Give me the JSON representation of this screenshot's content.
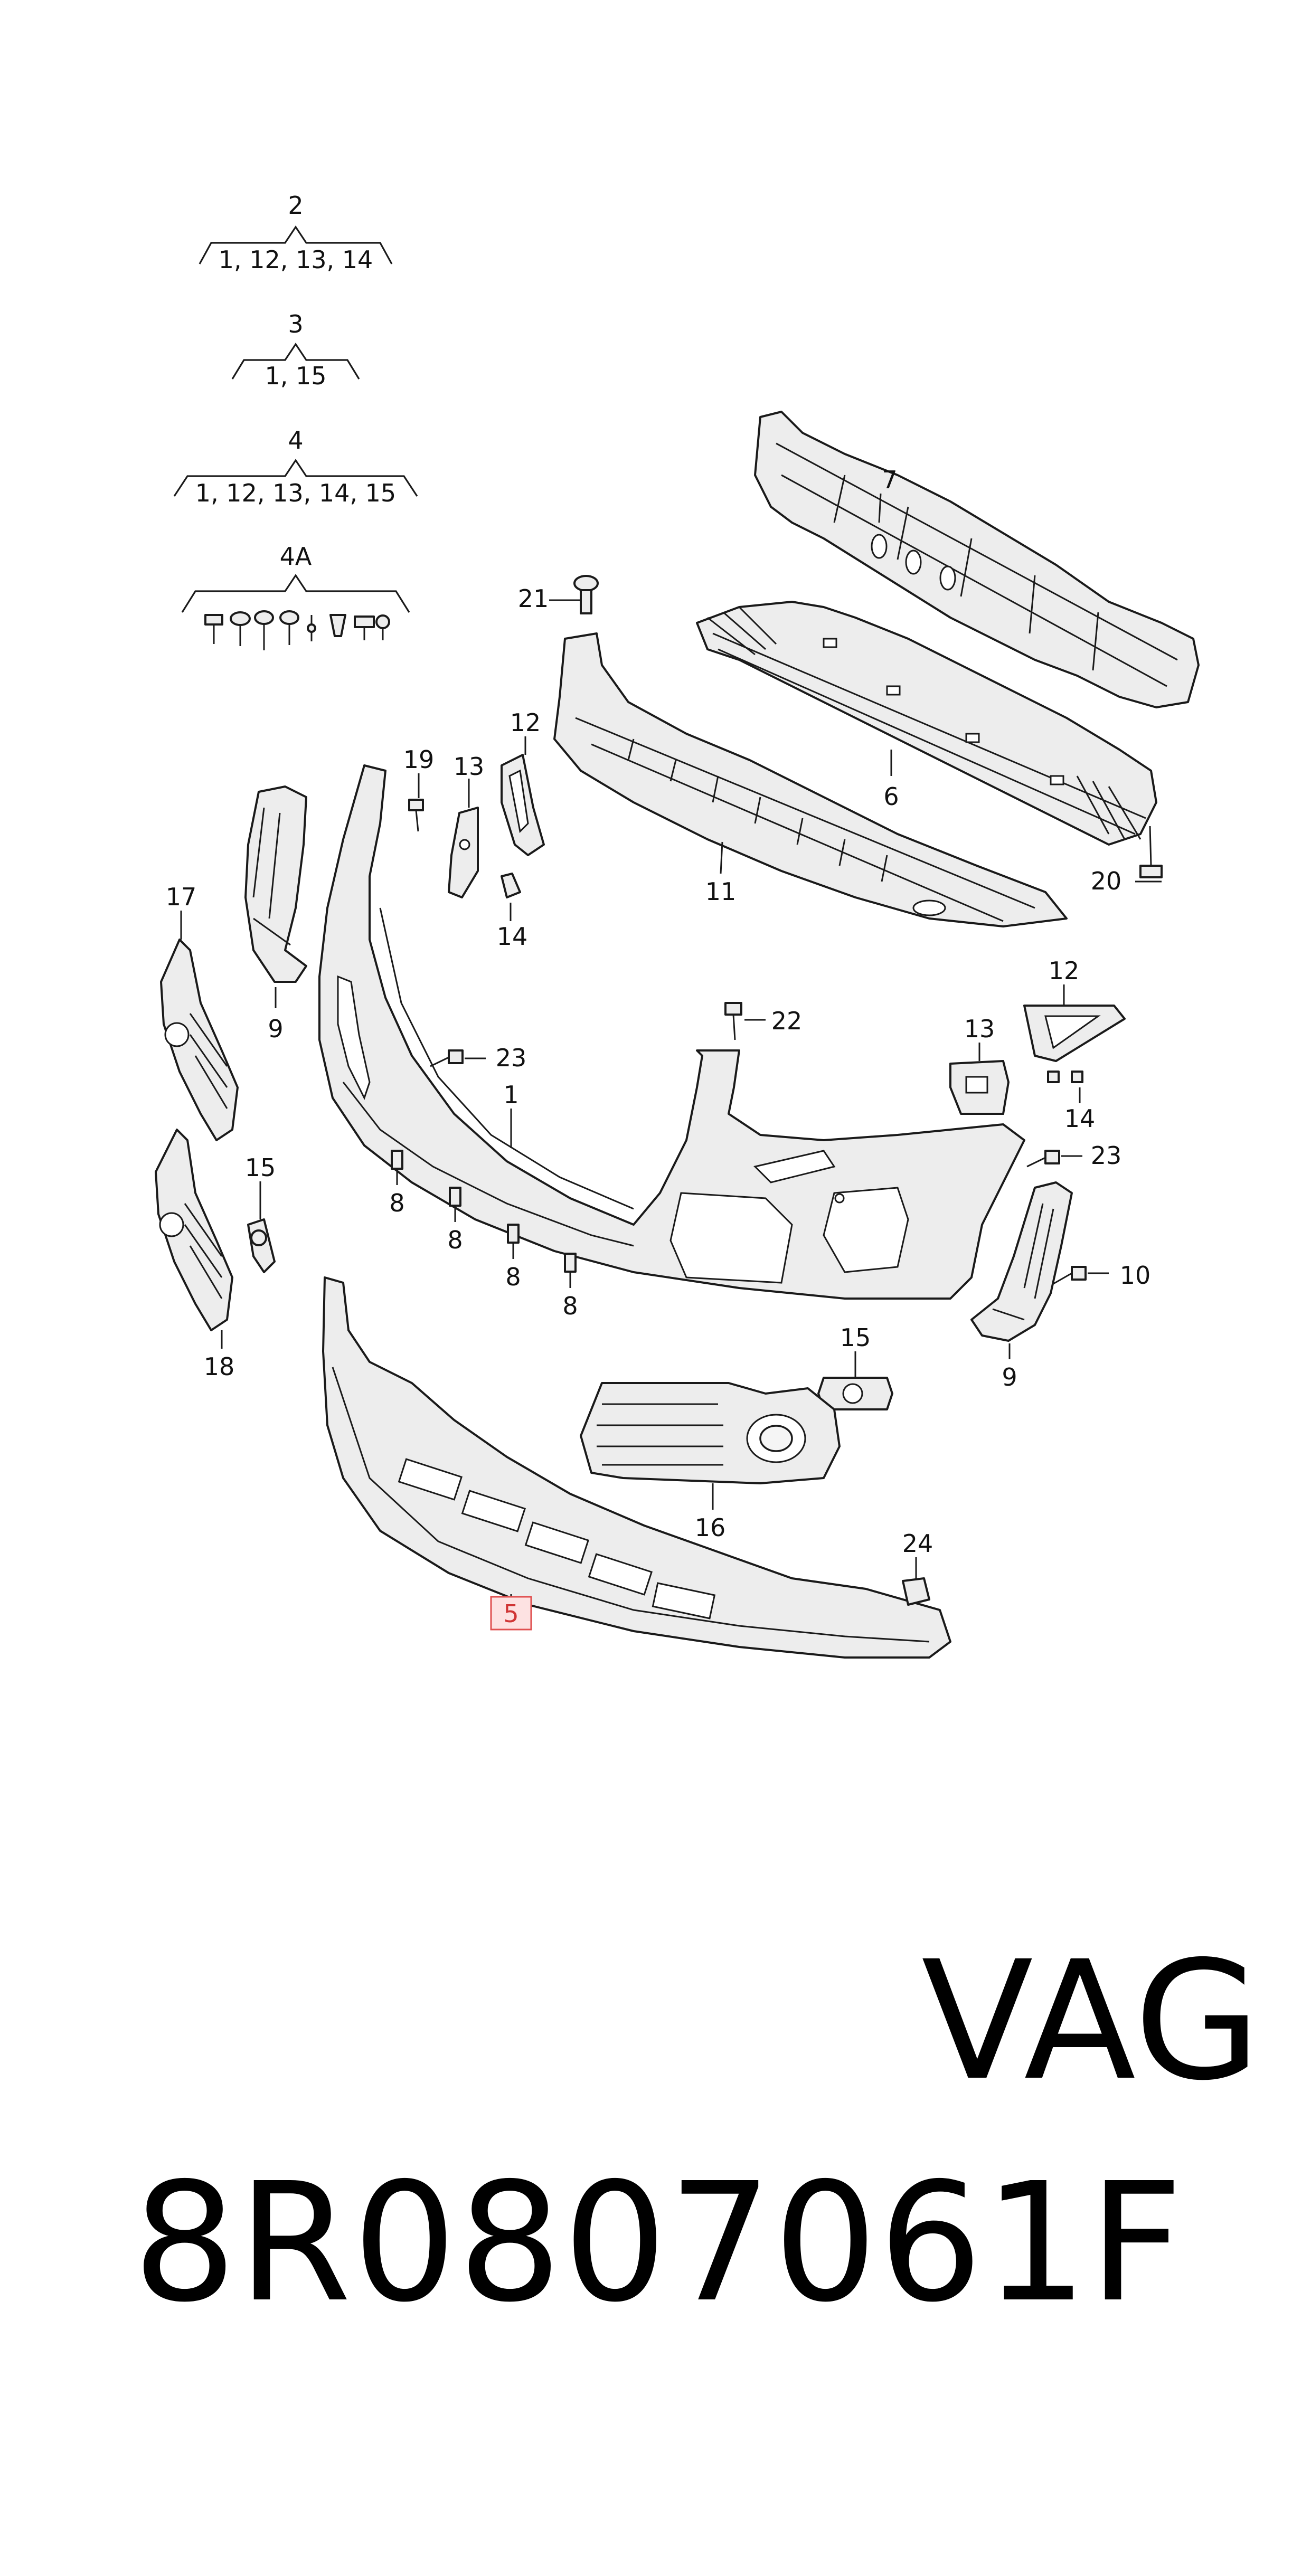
{
  "groups": [
    {
      "label": "2",
      "members": "1, 12, 13, 14"
    },
    {
      "label": "3",
      "members": "1, 15"
    },
    {
      "label": "4",
      "members": "1, 12, 13, 14, 15"
    },
    {
      "label": "4A",
      "members": ""
    }
  ],
  "callouts": {
    "c1": "1",
    "c5": "5",
    "c6": "6",
    "c7": "7",
    "c8a": "8",
    "c8b": "8",
    "c8c": "8",
    "c8d": "8",
    "c9a": "9",
    "c9b": "9",
    "c10": "10",
    "c11": "11",
    "c12a": "12",
    "c12b": "12",
    "c13a": "13",
    "c13b": "13",
    "c14a": "14",
    "c14b": "14",
    "c15a": "15",
    "c15b": "15",
    "c16": "16",
    "c17": "17",
    "c18": "18",
    "c19": "19",
    "c20": "20",
    "c21": "21",
    "c22": "22",
    "c23a": "23",
    "c23b": "23",
    "c24": "24"
  },
  "highlighted_part": "5",
  "footer": {
    "part_number": "8R0807061F",
    "vendor": "VAG"
  },
  "colors": {
    "highlight_border": "#e05050",
    "highlight_fill": "#fde2e2",
    "line": "#1a1a1a"
  }
}
